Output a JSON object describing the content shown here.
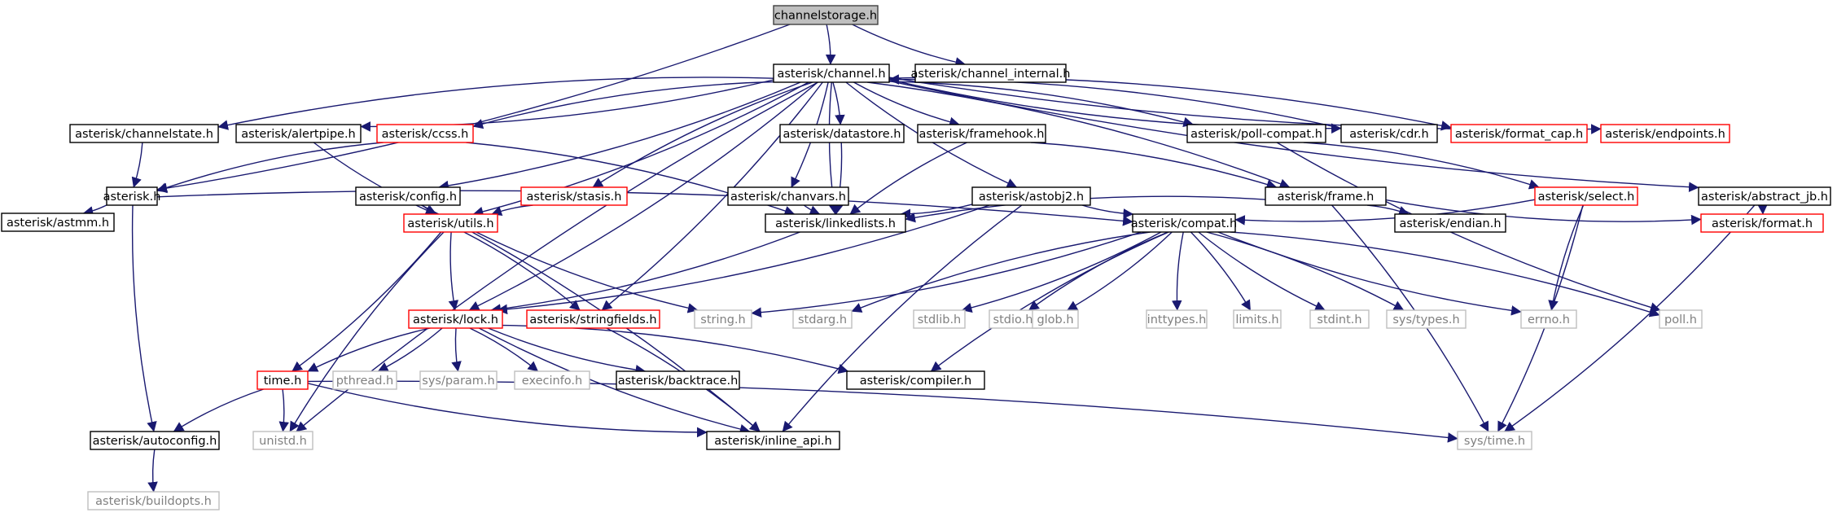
{
  "colors": {
    "background": "#ffffff",
    "edge": "#191970",
    "root_fill": "#bfbfbf",
    "node_border_black": "#000000",
    "node_border_red": "#ff0000",
    "node_border_gray": "#bfbfbf",
    "text_default": "#000000",
    "text_gray": "#808080"
  },
  "graph": {
    "nodes": [
      {
        "id": "channelstorage",
        "label": "channelstorage.h",
        "style": "root"
      },
      {
        "id": "channel",
        "label": "asterisk/channel.h",
        "style": "black"
      },
      {
        "id": "channel_internal",
        "label": "asterisk/channel_internal.h",
        "style": "black"
      },
      {
        "id": "channelstate",
        "label": "asterisk/channelstate.h",
        "style": "black"
      },
      {
        "id": "alertpipe",
        "label": "asterisk/alertpipe.h",
        "style": "black"
      },
      {
        "id": "ccss",
        "label": "asterisk/ccss.h",
        "style": "red"
      },
      {
        "id": "datastore",
        "label": "asterisk/datastore.h",
        "style": "black"
      },
      {
        "id": "framehook",
        "label": "asterisk/framehook.h",
        "style": "black"
      },
      {
        "id": "pollcompat",
        "label": "asterisk/poll-compat.h",
        "style": "black"
      },
      {
        "id": "cdr",
        "label": "asterisk/cdr.h",
        "style": "black"
      },
      {
        "id": "format_cap",
        "label": "asterisk/format_cap.h",
        "style": "red"
      },
      {
        "id": "endpoints",
        "label": "asterisk/endpoints.h",
        "style": "red"
      },
      {
        "id": "asterisk",
        "label": "asterisk.h",
        "style": "black"
      },
      {
        "id": "config",
        "label": "asterisk/config.h",
        "style": "black"
      },
      {
        "id": "stasis",
        "label": "asterisk/stasis.h",
        "style": "red"
      },
      {
        "id": "chanvars",
        "label": "asterisk/chanvars.h",
        "style": "black"
      },
      {
        "id": "astobj2",
        "label": "asterisk/astobj2.h",
        "style": "black"
      },
      {
        "id": "frame",
        "label": "asterisk/frame.h",
        "style": "black"
      },
      {
        "id": "select",
        "label": "asterisk/select.h",
        "style": "red"
      },
      {
        "id": "abstract_jb",
        "label": "asterisk/abstract_jb.h",
        "style": "black"
      },
      {
        "id": "astmm",
        "label": "asterisk/astmm.h",
        "style": "black"
      },
      {
        "id": "utils",
        "label": "asterisk/utils.h",
        "style": "red"
      },
      {
        "id": "linkedlists",
        "label": "asterisk/linkedlists.h",
        "style": "black"
      },
      {
        "id": "compat",
        "label": "asterisk/compat.h",
        "style": "black"
      },
      {
        "id": "endian",
        "label": "asterisk/endian.h",
        "style": "black"
      },
      {
        "id": "format",
        "label": "asterisk/format.h",
        "style": "red"
      },
      {
        "id": "lock",
        "label": "asterisk/lock.h",
        "style": "red"
      },
      {
        "id": "stringfields",
        "label": "asterisk/stringfields.h",
        "style": "red"
      },
      {
        "id": "string",
        "label": "string.h",
        "style": "gray"
      },
      {
        "id": "stdarg",
        "label": "stdarg.h",
        "style": "gray"
      },
      {
        "id": "stdlib",
        "label": "stdlib.h",
        "style": "gray"
      },
      {
        "id": "stdio",
        "label": "stdio.h",
        "style": "gray"
      },
      {
        "id": "glob",
        "label": "glob.h",
        "style": "gray"
      },
      {
        "id": "inttypes",
        "label": "inttypes.h",
        "style": "gray"
      },
      {
        "id": "limits",
        "label": "limits.h",
        "style": "gray"
      },
      {
        "id": "stdint",
        "label": "stdint.h",
        "style": "gray"
      },
      {
        "id": "systypes",
        "label": "sys/types.h",
        "style": "gray"
      },
      {
        "id": "errno",
        "label": "errno.h",
        "style": "gray"
      },
      {
        "id": "poll",
        "label": "poll.h",
        "style": "gray"
      },
      {
        "id": "time",
        "label": "time.h",
        "style": "red"
      },
      {
        "id": "pthread",
        "label": "pthread.h",
        "style": "gray"
      },
      {
        "id": "sysparam",
        "label": "sys/param.h",
        "style": "gray"
      },
      {
        "id": "execinfo",
        "label": "execinfo.h",
        "style": "gray"
      },
      {
        "id": "backtrace",
        "label": "asterisk/backtrace.h",
        "style": "black"
      },
      {
        "id": "compiler",
        "label": "asterisk/compiler.h",
        "style": "black"
      },
      {
        "id": "autoconfig",
        "label": "asterisk/autoconfig.h",
        "style": "black"
      },
      {
        "id": "unistd",
        "label": "unistd.h",
        "style": "gray"
      },
      {
        "id": "inline_api",
        "label": "asterisk/inline_api.h",
        "style": "black"
      },
      {
        "id": "systime",
        "label": "sys/time.h",
        "style": "gray"
      },
      {
        "id": "buildopts",
        "label": "asterisk/buildopts.h",
        "style": "gray"
      }
    ],
    "edges": [
      [
        "channelstorage",
        "channel"
      ],
      [
        "channelstorage",
        "channel_internal"
      ],
      [
        "channelstorage",
        "asterisk"
      ],
      [
        "channel",
        "channelstate"
      ],
      [
        "channel",
        "alertpipe"
      ],
      [
        "channel",
        "ccss"
      ],
      [
        "channel",
        "datastore"
      ],
      [
        "channel",
        "framehook"
      ],
      [
        "channel",
        "pollcompat"
      ],
      [
        "channel",
        "cdr"
      ],
      [
        "channel",
        "format_cap"
      ],
      [
        "channel",
        "endpoints"
      ],
      [
        "channel",
        "config"
      ],
      [
        "channel",
        "stasis"
      ],
      [
        "channel",
        "chanvars"
      ],
      [
        "channel",
        "astobj2"
      ],
      [
        "channel",
        "frame"
      ],
      [
        "channel",
        "abstract_jb"
      ],
      [
        "channel",
        "utils"
      ],
      [
        "channel",
        "linkedlists"
      ],
      [
        "channel",
        "lock"
      ],
      [
        "channel",
        "unistd"
      ],
      [
        "channel",
        "stringfields"
      ],
      [
        "cdr",
        "channel"
      ],
      [
        "channelstate",
        "asterisk"
      ],
      [
        "ccss",
        "asterisk"
      ],
      [
        "ccss",
        "linkedlists"
      ],
      [
        "alertpipe",
        "utils"
      ],
      [
        "asterisk",
        "astmm"
      ],
      [
        "asterisk",
        "autoconfig"
      ],
      [
        "asterisk",
        "compat"
      ],
      [
        "config",
        "utils"
      ],
      [
        "config",
        "inline_api"
      ],
      [
        "stasis",
        "utils"
      ],
      [
        "datastore",
        "linkedlists"
      ],
      [
        "framehook",
        "linkedlists"
      ],
      [
        "framehook",
        "frame"
      ],
      [
        "chanvars",
        "linkedlists"
      ],
      [
        "astobj2",
        "linkedlists"
      ],
      [
        "astobj2",
        "compat"
      ],
      [
        "astobj2",
        "lock"
      ],
      [
        "astobj2",
        "inline_api"
      ],
      [
        "pollcompat",
        "select"
      ],
      [
        "pollcompat",
        "poll"
      ],
      [
        "select",
        "compat"
      ],
      [
        "select",
        "errno"
      ],
      [
        "select",
        "systime"
      ],
      [
        "frame",
        "linkedlists"
      ],
      [
        "frame",
        "endian"
      ],
      [
        "frame",
        "format"
      ],
      [
        "frame",
        "systime"
      ],
      [
        "abstract_jb",
        "format"
      ],
      [
        "abstract_jb",
        "systime"
      ],
      [
        "utils",
        "lock"
      ],
      [
        "utils",
        "stringfields"
      ],
      [
        "utils",
        "string"
      ],
      [
        "utils",
        "time"
      ],
      [
        "utils",
        "unistd"
      ],
      [
        "linkedlists",
        "lock"
      ],
      [
        "compat",
        "compiler"
      ],
      [
        "compat",
        "string"
      ],
      [
        "compat",
        "stdarg"
      ],
      [
        "compat",
        "stdlib"
      ],
      [
        "compat",
        "stdio"
      ],
      [
        "compat",
        "glob"
      ],
      [
        "compat",
        "inttypes"
      ],
      [
        "compat",
        "limits"
      ],
      [
        "compat",
        "stdint"
      ],
      [
        "compat",
        "systypes"
      ],
      [
        "compat",
        "errno"
      ],
      [
        "compat",
        "poll"
      ],
      [
        "lock",
        "time"
      ],
      [
        "lock",
        "pthread"
      ],
      [
        "lock",
        "sysparam"
      ],
      [
        "lock",
        "execinfo"
      ],
      [
        "lock",
        "backtrace"
      ],
      [
        "lock",
        "compiler"
      ],
      [
        "lock",
        "inline_api"
      ],
      [
        "stringfields",
        "inline_api"
      ],
      [
        "time",
        "autoconfig"
      ],
      [
        "time",
        "unistd"
      ],
      [
        "time",
        "inline_api"
      ],
      [
        "time",
        "systime"
      ],
      [
        "autoconfig",
        "buildopts"
      ]
    ]
  }
}
